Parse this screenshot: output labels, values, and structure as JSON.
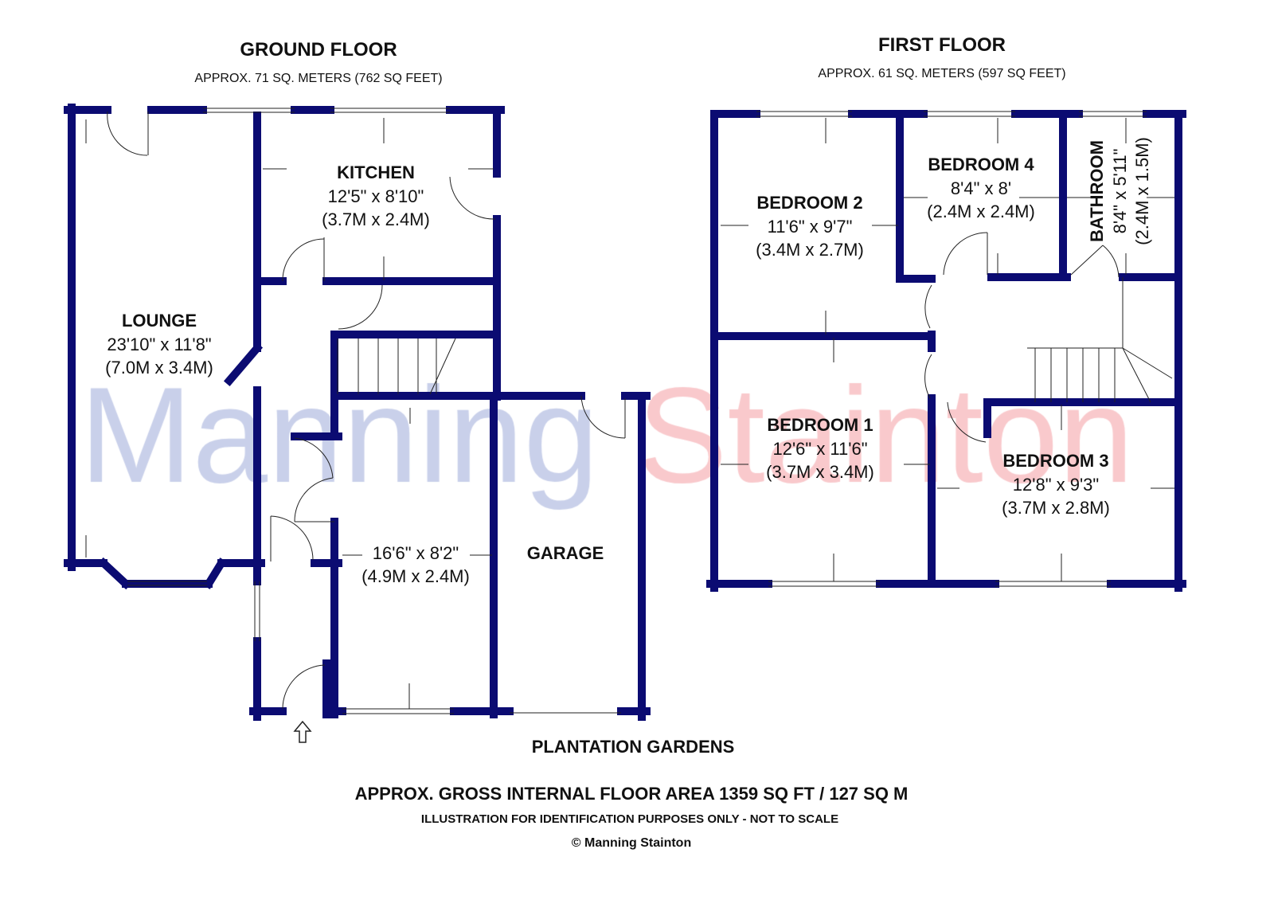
{
  "watermark": {
    "part1": "Manning",
    "part2": "Stainton"
  },
  "ground_floor": {
    "title": "GROUND FLOOR",
    "area": "APPROX. 71 SQ. METERS (762 SQ FEET)",
    "rooms": {
      "lounge": {
        "name": "LOUNGE",
        "imperial": "23'10\" x 11'8\"",
        "metric": "(7.0M x 3.4M)"
      },
      "kitchen": {
        "name": "KITCHEN",
        "imperial": "12'5\" x 8'10\"",
        "metric": "(3.7M x 2.4M)"
      },
      "dining": {
        "imperial": "16'6\" x 8'2\"",
        "metric": "(4.9M x 2.4M)"
      },
      "garage": {
        "name": "GARAGE"
      }
    }
  },
  "first_floor": {
    "title": "FIRST FLOOR",
    "area": "APPROX. 61 SQ. METERS (597 SQ FEET)",
    "rooms": {
      "bedroom2": {
        "name": "BEDROOM 2",
        "imperial": "11'6\" x 9'7\"",
        "metric": "(3.4M x 2.7M)"
      },
      "bedroom4": {
        "name": "BEDROOM 4",
        "imperial": "8'4\" x 8'",
        "metric": "(2.4M x 2.4M)"
      },
      "bathroom": {
        "name": "BATHROOM",
        "imperial": "8'4\" x 5'11\"",
        "metric": "(2.4M x 1.5M)"
      },
      "bedroom1": {
        "name": "BEDROOM 1",
        "imperial": "12'6\" x 11'6\"",
        "metric": "(3.7M x 3.4M)"
      },
      "bedroom3": {
        "name": "BEDROOM 3",
        "imperial": "12'8\" x 9'3\"",
        "metric": "(3.7M x 2.8M)"
      }
    }
  },
  "footer": {
    "address": "PLANTATION GARDENS",
    "gross_area": "APPROX. GROSS INTERNAL FLOOR AREA 1359 SQ FT / 127 SQ M",
    "disclaimer": "ILLUSTRATION FOR IDENTIFICATION PURPOSES ONLY - NOT TO SCALE",
    "copyright": "© Manning Stainton"
  },
  "colors": {
    "wall": "#0b0b72"
  }
}
